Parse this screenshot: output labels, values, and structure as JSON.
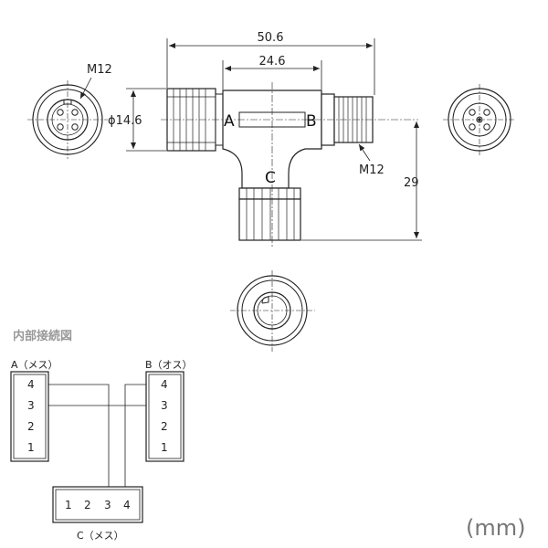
{
  "dimensions": {
    "overall_length": "50.6",
    "body_length": "24.6",
    "diameter": "ϕ14.6",
    "height": "29",
    "thread_left": "M12",
    "thread_right": "M12"
  },
  "ports": {
    "a": "A",
    "b": "B",
    "c": "C"
  },
  "wiring": {
    "section_title": "内部接続図",
    "connector_a_label": "A（メス）",
    "connector_b_label": "B（オス）",
    "connector_c_label": "C（メス）",
    "pins_a": [
      "4",
      "3",
      "2",
      "1"
    ],
    "pins_b": [
      "4",
      "3",
      "2",
      "1"
    ],
    "pins_c": [
      "1",
      "2",
      "3",
      "4"
    ]
  },
  "unit": "(mm)"
}
